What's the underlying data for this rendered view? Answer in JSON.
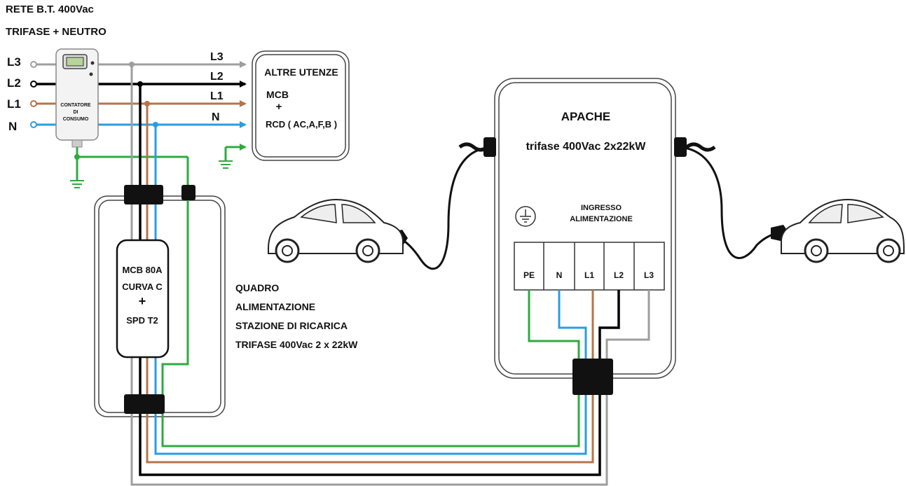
{
  "network": {
    "title_line1": "RETE B.T.  400Vac",
    "title_line2": "TRIFASE + NEUTRO"
  },
  "phases": {
    "l3": "L3",
    "l2": "L2",
    "l1": "L1",
    "n": "N"
  },
  "meter": {
    "line1": "CONTATORE",
    "line2": "DI",
    "line3": "CONSUMO"
  },
  "other_loads": {
    "title": "ALTRE UTENZE",
    "mcb": "MCB",
    "plus": "+",
    "rcd": "RCD ( AC,A,F,B )"
  },
  "panel": {
    "breaker_line1": "MCB 80A",
    "breaker_line2": "CURVA C",
    "breaker_plus": "+",
    "breaker_line3": "SPD T2",
    "caption_line1": "QUADRO",
    "caption_line2": "ALIMENTAZIONE",
    "caption_line3": "STAZIONE DI RICARICA",
    "caption_line4": "TRIFASE 400Vac  2 x 22kW"
  },
  "station": {
    "name": "APACHE",
    "spec": "trifase 400Vac  2x22kW",
    "input_line1": "INGRESSO",
    "input_line2": "ALIMENTAZIONE",
    "terminals": [
      "PE",
      "N",
      "L1",
      "L2",
      "L3"
    ]
  },
  "colors": {
    "l3": "#9e9e9e",
    "l2": "#000000",
    "l1": "#b5744a",
    "n": "#2a9de0",
    "pe": "#2faa3f"
  }
}
